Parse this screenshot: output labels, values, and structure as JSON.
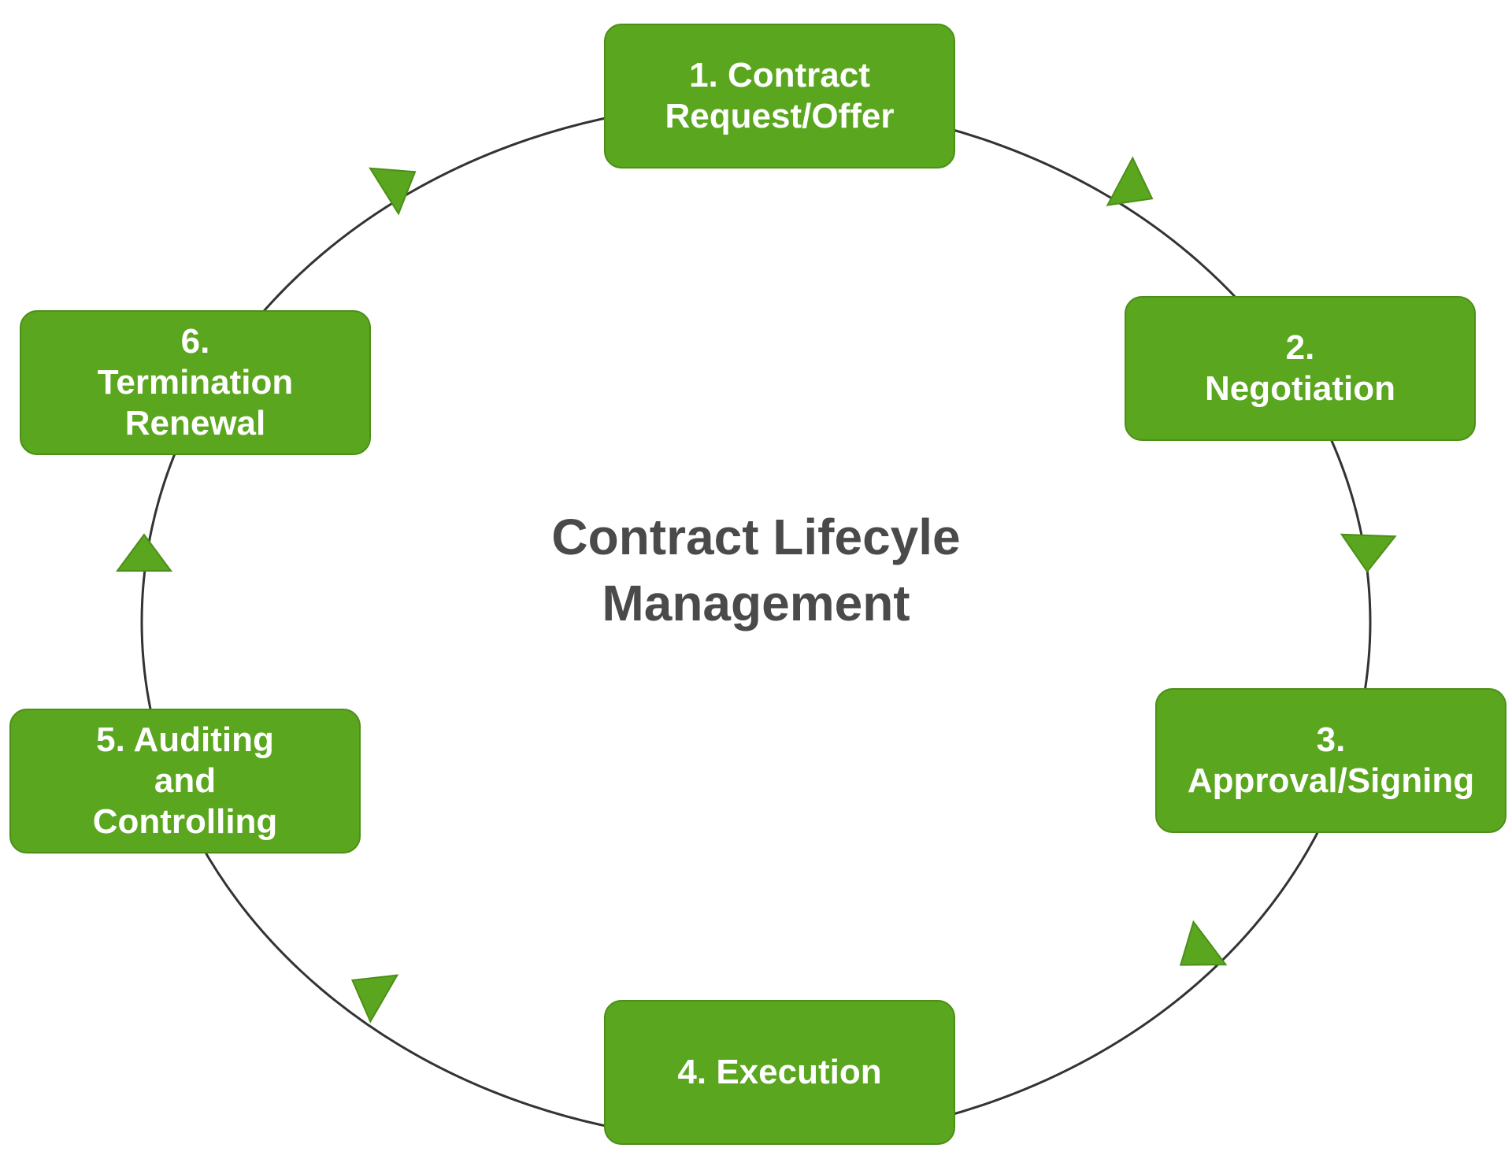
{
  "title": {
    "line1": "Contract Lifecyle",
    "line2": "Management"
  },
  "steps": [
    {
      "id": "contract-request-offer",
      "lines": [
        "1. Contract",
        "Request/Offer"
      ]
    },
    {
      "id": "negotiation",
      "lines": [
        "2.",
        "Negotiation"
      ]
    },
    {
      "id": "approval-signing",
      "lines": [
        "3.",
        "Approval/Signing"
      ]
    },
    {
      "id": "execution",
      "lines": [
        "4. Execution"
      ]
    },
    {
      "id": "auditing-controlling",
      "lines": [
        "5. Auditing",
        "and",
        "Controlling"
      ]
    },
    {
      "id": "termination-renewal",
      "lines": [
        "6.",
        "Termination",
        "Renewal"
      ]
    }
  ],
  "colors": {
    "node_fill": "#5aa61f",
    "node_border": "#4c8f18",
    "node_text": "#ffffff",
    "connector": "#333333",
    "arrow": "#5aa61f",
    "title_text": "#4a4a4a"
  }
}
